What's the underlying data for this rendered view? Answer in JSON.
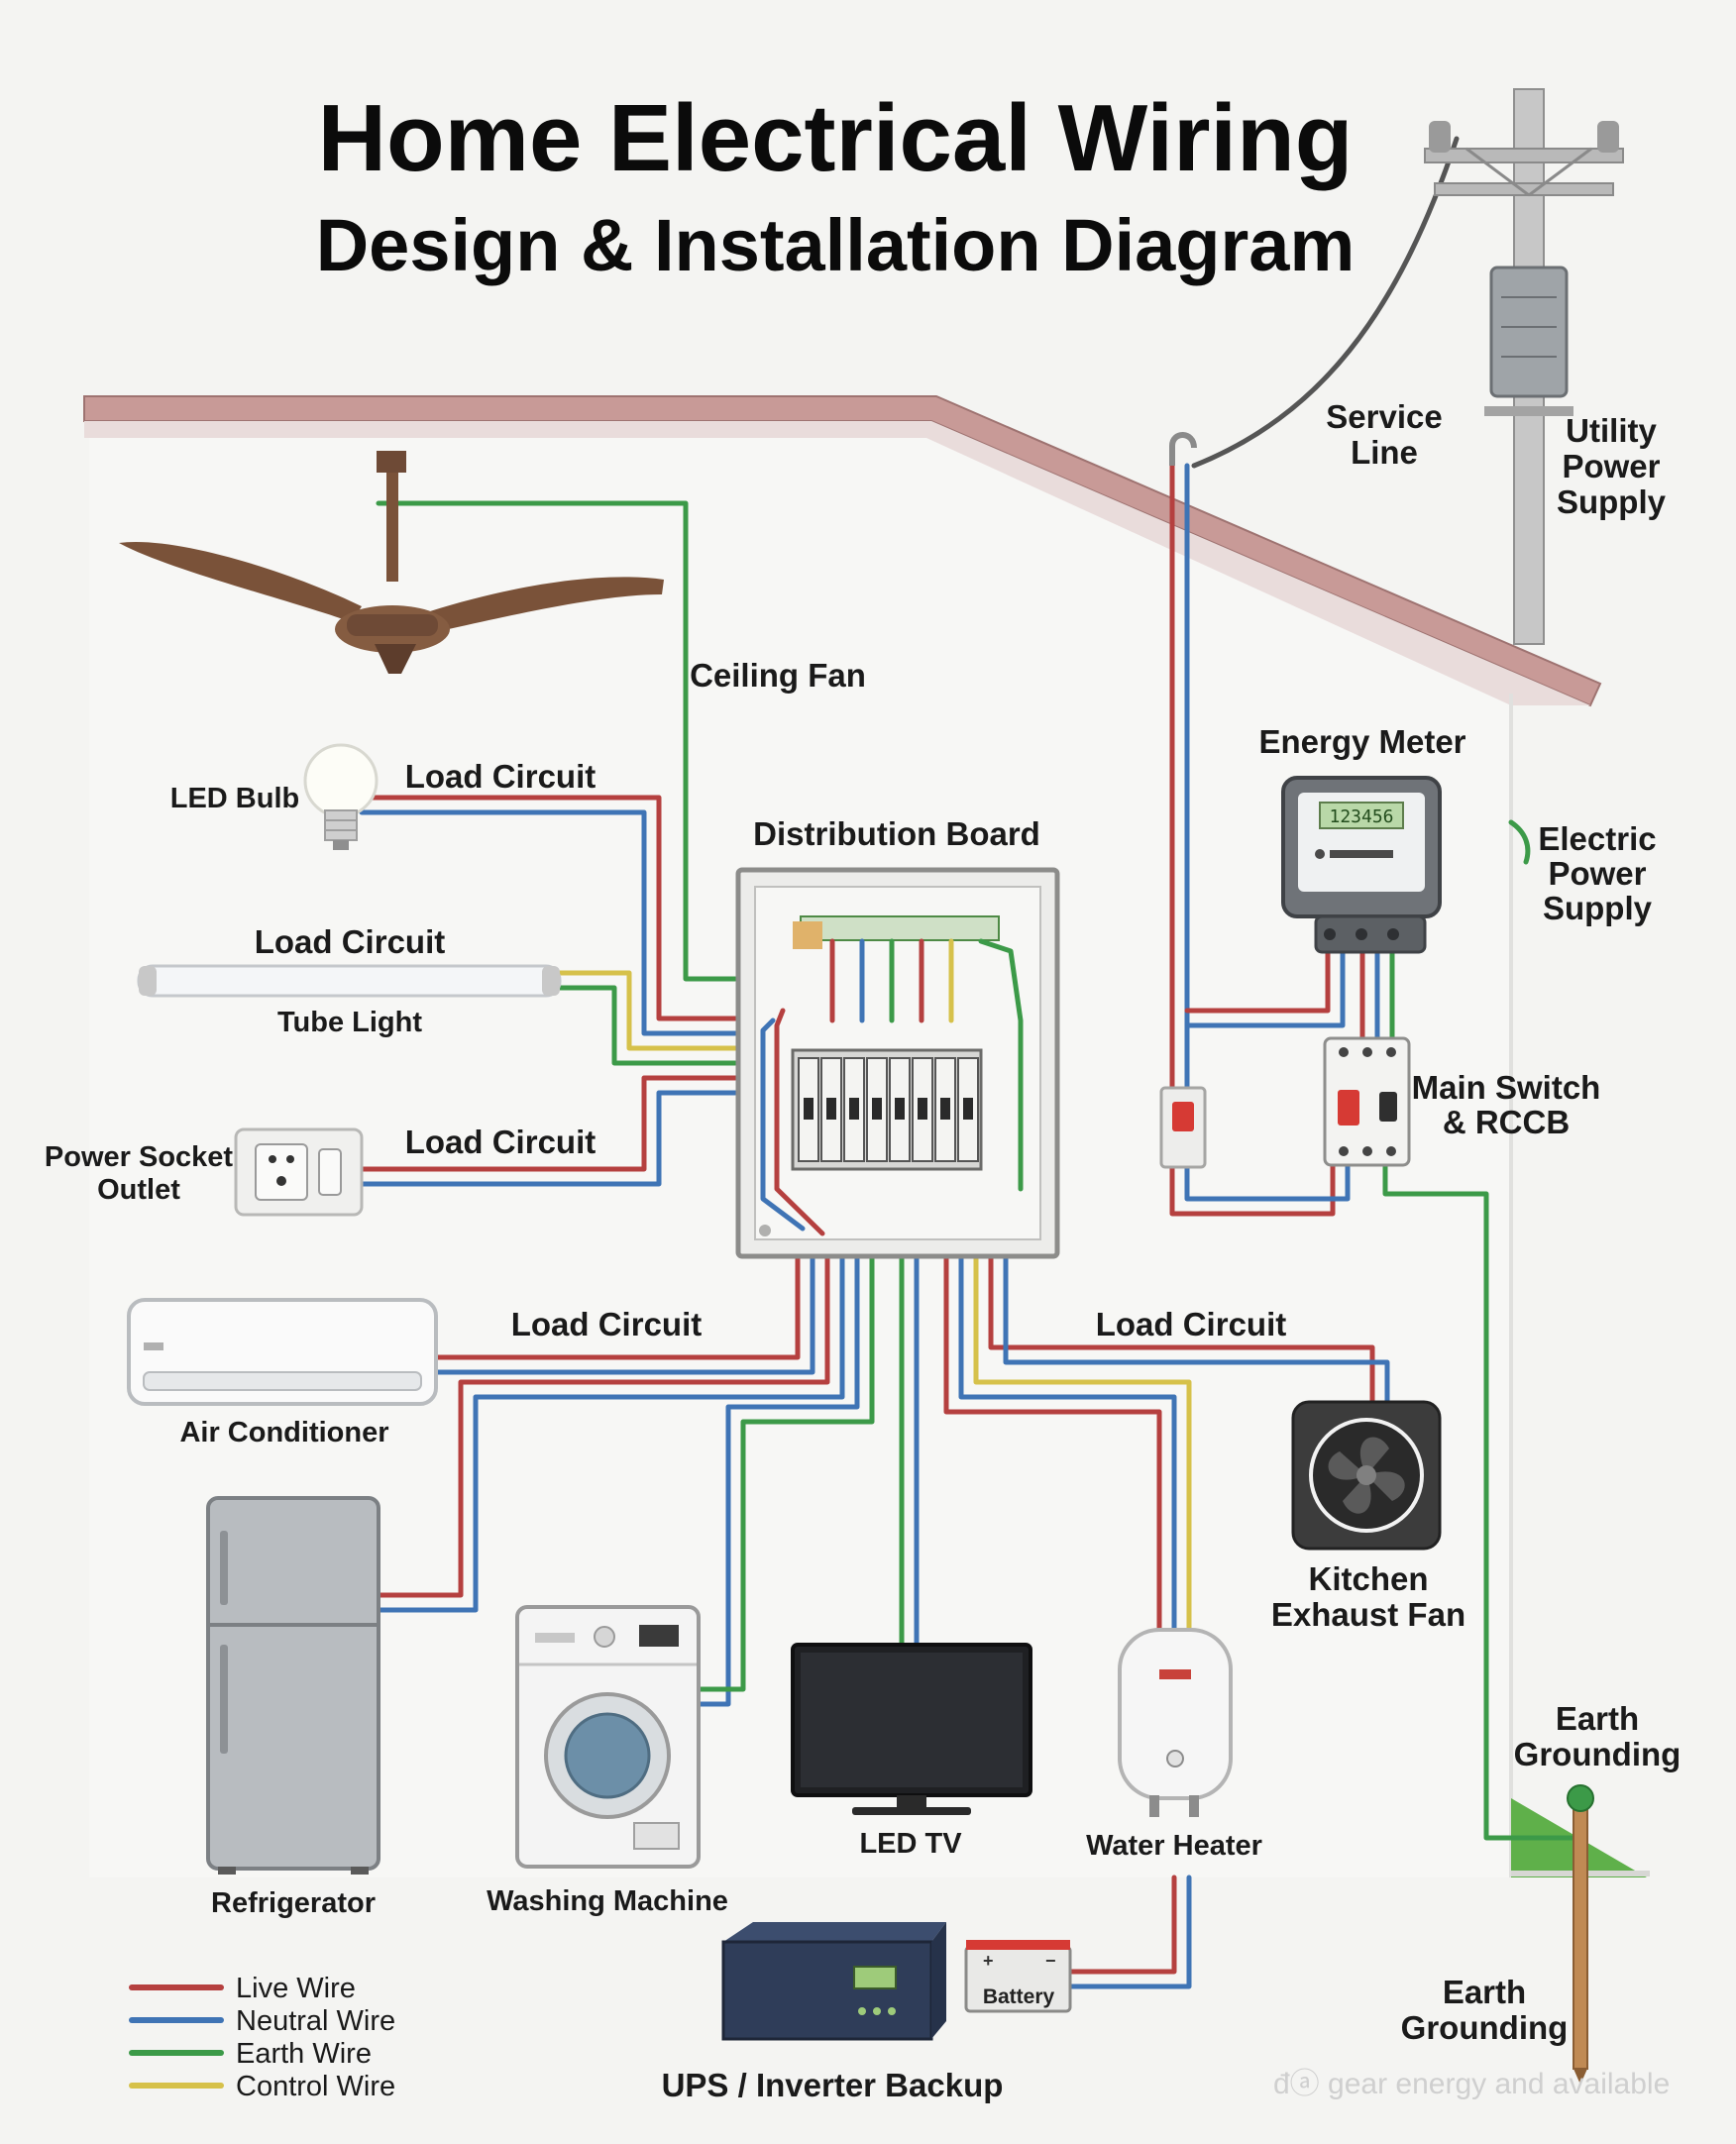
{
  "title": {
    "line1": "Home Electrical Wiring",
    "line2": "Design & Installation Diagram"
  },
  "labels": {
    "ceiling_fan": "Ceiling Fan",
    "led_bulb": "LED Bulb",
    "load_circuit_bulb": "Load Circuit",
    "load_circuit_tube": "Load Circuit",
    "tube_light": "Tube Light",
    "socket_line1": "Power Socket",
    "socket_line2": "Outlet",
    "load_circuit_socket": "Load Circuit",
    "distribution_board": "Distribution Board",
    "service_line_1": "Service",
    "service_line_2": "Line",
    "utility_1": "Utility",
    "utility_2": "Power",
    "utility_3": "Supply",
    "energy_meter": "Energy Meter",
    "electric_1": "Electric",
    "electric_2": "Power",
    "electric_3": "Supply",
    "main_switch_1": "Main Switch",
    "main_switch_2": "& RCCB",
    "load_circuit_ac": "Load Circuit",
    "air_conditioner": "Air Conditioner",
    "load_circuit_right": "Load Circuit",
    "kitchen_1": "Kitchen",
    "kitchen_2": "Exhaust Fan",
    "earth_grounding_upper_1": "Earth",
    "earth_grounding_upper_2": "Grounding",
    "refrigerator": "Refrigerator",
    "washing_machine": "Washing Machine",
    "led_tv": "LED TV",
    "water_heater": "Water Heater",
    "battery": "Battery",
    "ups": "UPS / Inverter Backup",
    "earth_grounding_lower_1": "Earth",
    "earth_grounding_lower_2": "Grounding",
    "meter_display": "123456"
  },
  "legend": [
    {
      "label": "Live Wire",
      "color": "#b5403f"
    },
    {
      "label": "Neutral Wire",
      "color": "#3f74b5"
    },
    {
      "label": "Earth Wire",
      "color": "#3c9a48"
    },
    {
      "label": "Control Wire",
      "color": "#d6c14a"
    }
  ],
  "wire_colors": {
    "live": "#b5403f",
    "neutral": "#3f74b5",
    "earth": "#3c9a48",
    "control": "#d6c14a"
  },
  "watermark": "đⓐ gear energy and available"
}
